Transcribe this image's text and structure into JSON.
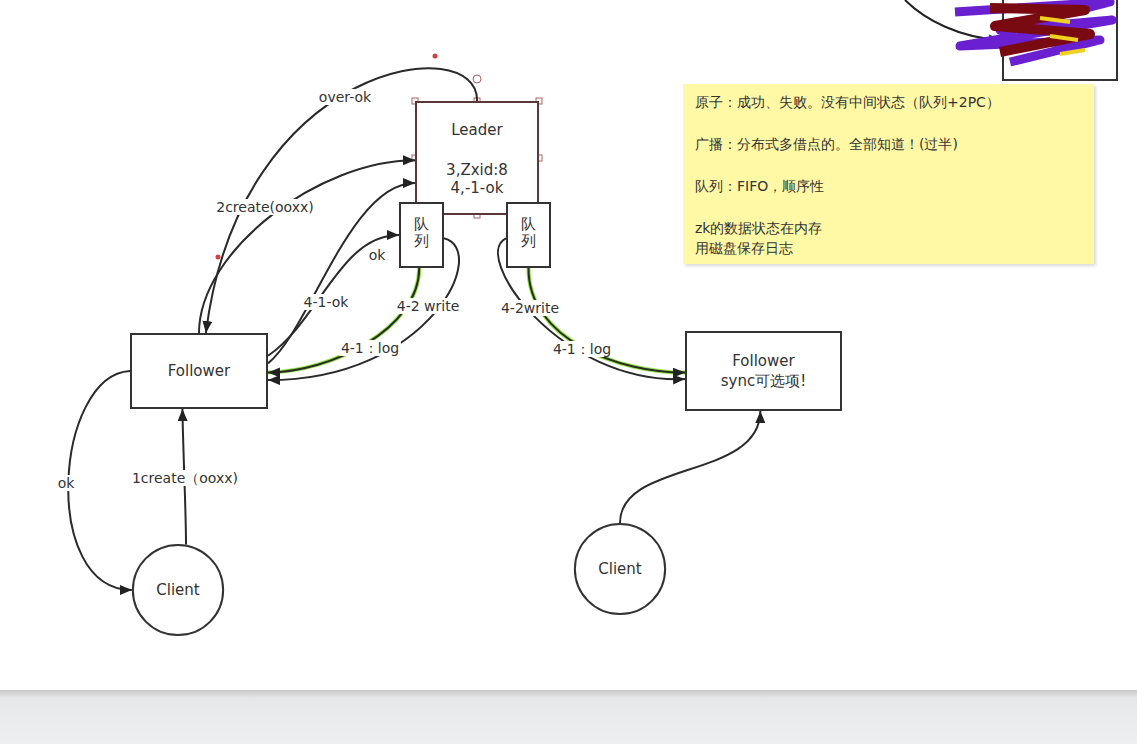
{
  "diagram": {
    "nodes": [
      {
        "text": [
          "Leader",
          "3,Zxid:8",
          "4,-1-ok"
        ]
      },
      {
        "text": [
          "队列"
        ]
      },
      {
        "text": [
          "队列"
        ]
      },
      {
        "text": [
          "Follower"
        ]
      },
      {
        "text": [
          "Follower sync可选项!"
        ]
      },
      {
        "text": [
          "Client"
        ]
      },
      {
        "text": [
          "Client"
        ]
      },
      {
        "text": [
          "原子：成功、失败。没有中间状态（队列+2PC）",
          "广播：分布式多借点的。全部知道！(过半)",
          "队列：FIFO，顺序性",
          "zk的数据状态在内存 用磁盘保存日志"
        ]
      }
    ],
    "edges": [
      {
        "from": 5,
        "to": 3,
        "label": "1create（ooxx)",
        "arrow": "to"
      },
      {
        "from": 3,
        "to": 5,
        "label": "ok",
        "arrow": "to"
      },
      {
        "from": 3,
        "to": 0,
        "label": "2create(ooxx)",
        "arrow": "to"
      },
      {
        "from": 0,
        "to": 3,
        "label": "over-ok",
        "arrow": "to"
      },
      {
        "from": 1,
        "to": 3,
        "label": "4-1：log",
        "arrow": "to"
      },
      {
        "from": 3,
        "to": 1,
        "label": "ok",
        "arrow": "to"
      },
      {
        "from": 3,
        "to": 0,
        "label": "4-1-ok",
        "arrow": "to"
      },
      {
        "from": 1,
        "to": 3,
        "label": "4-2 write",
        "arrow": "to"
      },
      {
        "from": 2,
        "to": 4,
        "label": "4-1：log",
        "arrow": "to"
      },
      {
        "from": 2,
        "to": 4,
        "label": "4-2write",
        "arrow": "to"
      },
      {
        "from": 6,
        "to": 4,
        "arrow": "to"
      }
    ]
  }
}
